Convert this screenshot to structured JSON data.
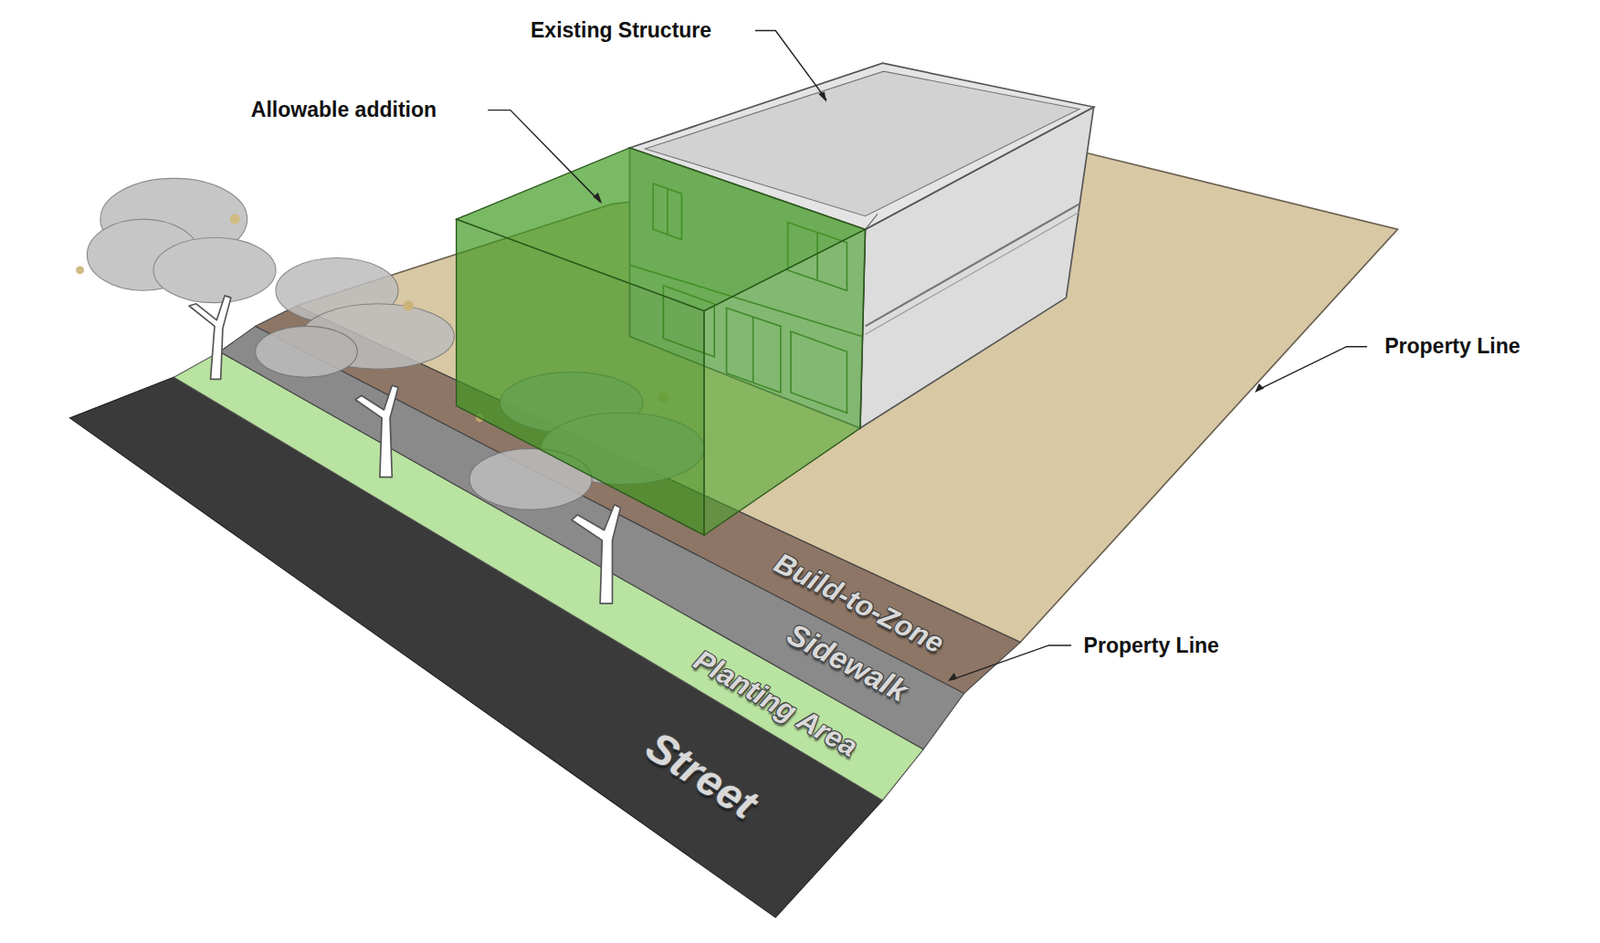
{
  "diagram": {
    "nodes": [
      {
        "text": [
          "Build-to-Zone"
        ]
      },
      {
        "text": [
          "Sidewalk"
        ]
      },
      {
        "text": [
          "Planting Area"
        ]
      },
      {
        "text": [
          "Street"
        ]
      }
    ],
    "labels": [
      "Existing Structure",
      "Allowable addition",
      "Property Line",
      "Property Line"
    ]
  }
}
